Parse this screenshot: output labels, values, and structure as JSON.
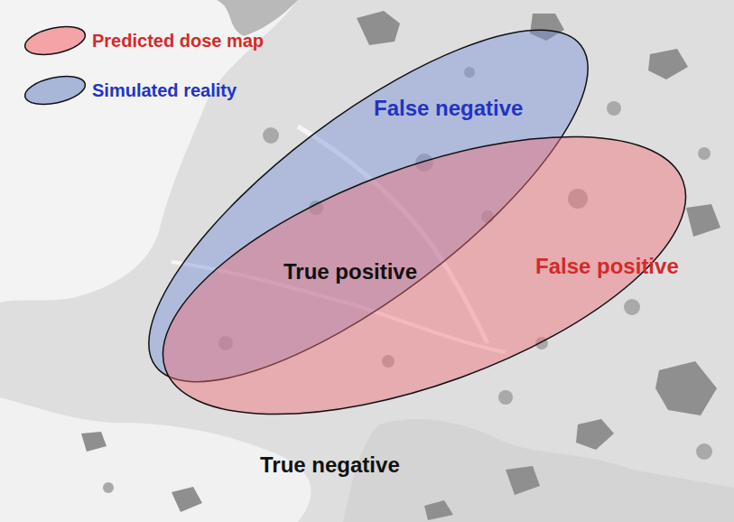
{
  "diagram": {
    "nodes": [
      {
        "text": [
          "False negative"
        ]
      },
      {
        "text": [
          "False positive"
        ]
      }
    ],
    "labels": [
      "True positive",
      "True negative"
    ],
    "legend": [
      {
        "text": "Predicted dose map",
        "color": "#f4a3a6"
      },
      {
        "text": "Simulated reality",
        "color": "#a8b6d8"
      }
    ]
  }
}
